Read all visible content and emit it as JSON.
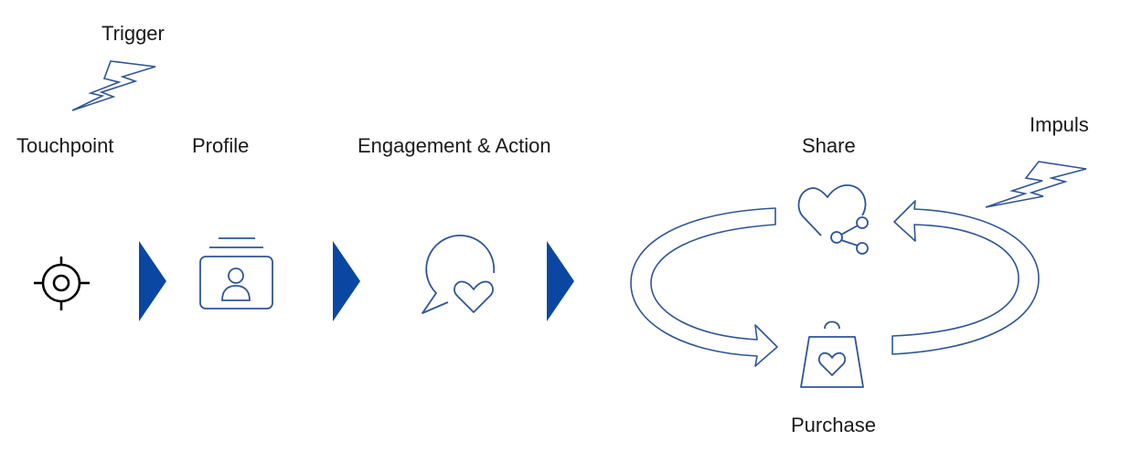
{
  "labels": {
    "trigger": "Trigger",
    "touchpoint": "Touchpoint",
    "profile": "Profile",
    "engagement": "Engagement & Action",
    "share": "Share",
    "impuls": "Impuls",
    "purchase": "Purchase"
  },
  "colors": {
    "icon_stroke": "#2f5596",
    "chevron_fill": "#0a47a3",
    "text": "#1a1a1a",
    "target_icon": "#000000"
  },
  "icons": [
    "lightning-icon",
    "target-icon",
    "profile-card-icon",
    "chat-heart-icon",
    "heart-share-icon",
    "shopping-bag-heart-icon",
    "cycle-arrows"
  ]
}
